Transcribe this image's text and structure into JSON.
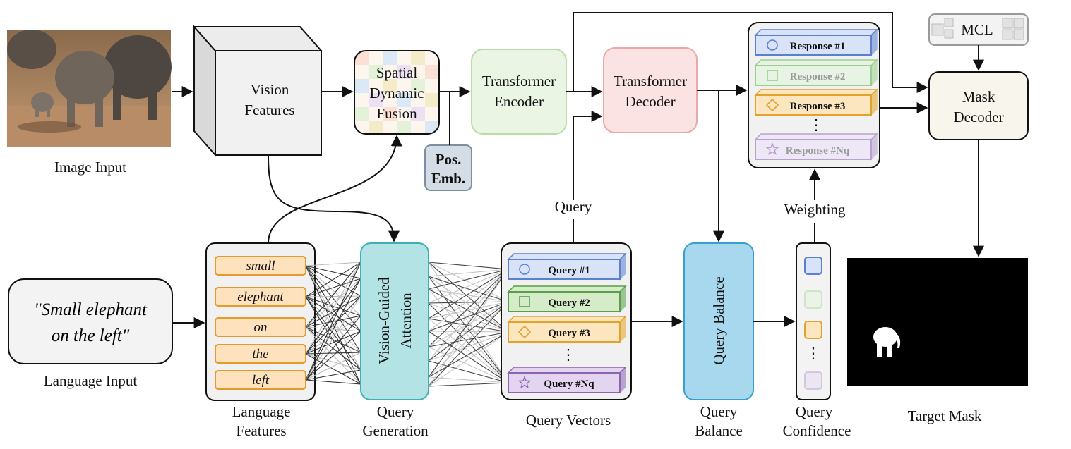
{
  "image_input": {
    "label": "Image Input"
  },
  "language_input": {
    "text_line1": "\"Small elephant",
    "text_line2": "on the left\"",
    "label": "Language Input"
  },
  "vision_features": {
    "line1": "Vision",
    "line2": "Features"
  },
  "spatial_fusion": {
    "line1": "Spatial",
    "line2": "Dynamic",
    "line3": "Fusion"
  },
  "pos_emb": {
    "line1": "Pos.",
    "line2": "Emb."
  },
  "transformer_encoder": {
    "line1": "Transformer",
    "line2": "Encoder"
  },
  "transformer_decoder": {
    "line1": "Transformer",
    "line2": "Decoder"
  },
  "responses": {
    "items": [
      {
        "label": "Response #1",
        "color": "#5b7fd1",
        "fill": "#d8e3f8"
      },
      {
        "label": "Response #2",
        "color": "#9ccf8f",
        "fill": "#e8f4e3"
      },
      {
        "label": "Response #3",
        "color": "#e3a32a",
        "fill": "#fbe6bf"
      },
      {
        "label": "Response #Nq",
        "color": "#b7a2cf",
        "fill": "#eee7f5"
      }
    ],
    "ellipsis": "⋮"
  },
  "mcl": {
    "label": "MCL"
  },
  "mask_decoder": {
    "line1": "Mask",
    "line2": "Decoder"
  },
  "query_label": "Query",
  "weighting_label": "Weighting",
  "language_features": {
    "words": [
      "small",
      "elephant",
      "on",
      "the",
      "left"
    ],
    "label_line1": "Language",
    "label_line2": "Features"
  },
  "vision_guided_attention": {
    "text_line1": "Vision-Guided",
    "text_line2": "Attention",
    "label_line1": "Query",
    "label_line2": "Generation"
  },
  "query_vectors": {
    "items": [
      {
        "label": "Query #1",
        "color": "#5b7fd1",
        "fill": "#d8e3f8"
      },
      {
        "label": "Query #2",
        "color": "#5a9e4b",
        "fill": "#d5ecc9"
      },
      {
        "label": "Query #3",
        "color": "#e3a32a",
        "fill": "#fbe6bf"
      },
      {
        "label": "Query #Nq",
        "color": "#8d63b3",
        "fill": "#e3d5f0"
      }
    ],
    "ellipsis": "⋮",
    "label": "Query Vectors"
  },
  "query_balance": {
    "text": "Query Balance",
    "label_line1": "Query",
    "label_line2": "Balance"
  },
  "query_confidence": {
    "ellipsis": "⋮",
    "label_line1": "Query",
    "label_line2": "Confidence"
  },
  "target_mask": {
    "label": "Target Mask"
  },
  "colors": {
    "teal": "#b3e3e4",
    "teal_stroke": "#3bb3b5",
    "blue_balance": "#a8d8ee",
    "blue_balance_stroke": "#3a9fd0",
    "word_fill": "#fde2bd",
    "word_stroke": "#e59a2e",
    "encoder_fill": "#eaf5e4",
    "encoder_stroke": "#b9dca9",
    "decoder_fill": "#fbe3e3",
    "decoder_stroke": "#e8a9a9",
    "mask_fill": "#f8f6ec",
    "posemb_fill": "#d4dde5",
    "posemb_stroke": "#7d8f9f"
  }
}
